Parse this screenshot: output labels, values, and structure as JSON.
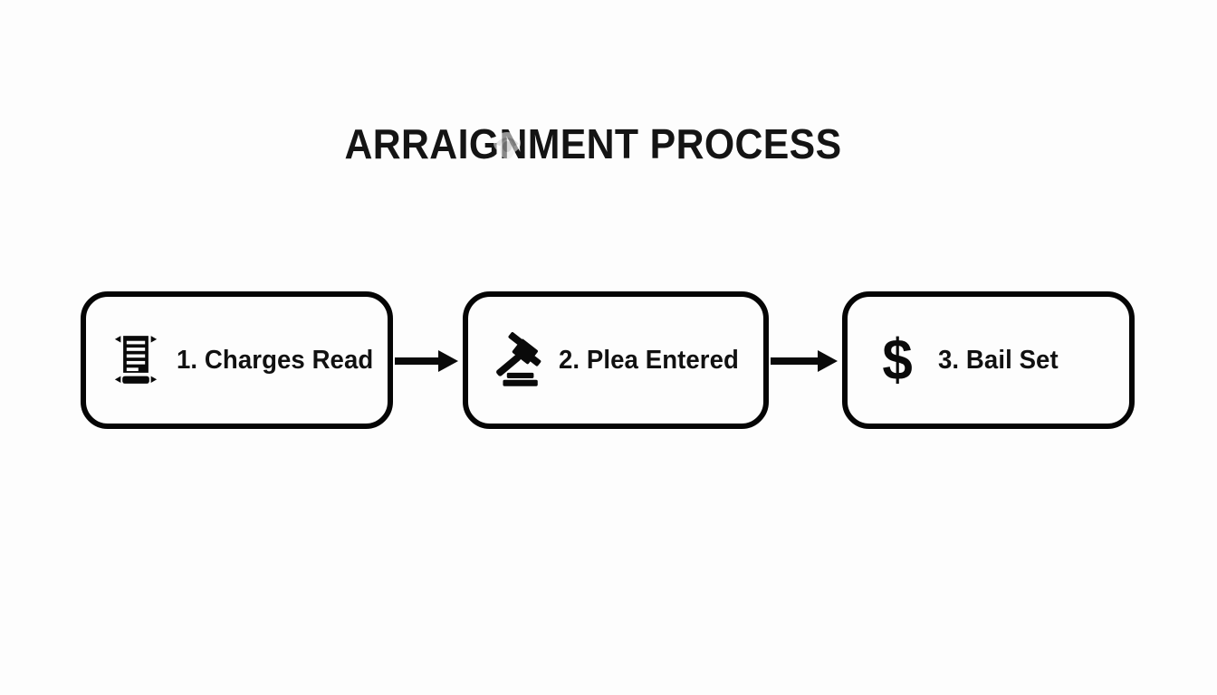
{
  "page": {
    "title": "ARRAIGNMENT PROCESS",
    "background_color": "#fdfdfd",
    "ink_color": "#0a0a0a"
  },
  "flow": {
    "orientation": "horizontal",
    "steps": [
      {
        "number": "1.",
        "label": "1. Charges Read",
        "icon": "scroll-document-icon"
      },
      {
        "number": "2.",
        "label": "2. Plea Entered",
        "icon": "gavel-icon"
      },
      {
        "number": "3.",
        "label": "3. Bail Set",
        "icon": "dollar-sign-icon",
        "glyph": "$"
      }
    ],
    "connectors": [
      {
        "from": "1. Charges Read",
        "to": "2. Plea Entered",
        "type": "arrow-right"
      },
      {
        "from": "2. Plea Entered",
        "to": "3. Bail Set",
        "type": "arrow-right"
      }
    ]
  }
}
